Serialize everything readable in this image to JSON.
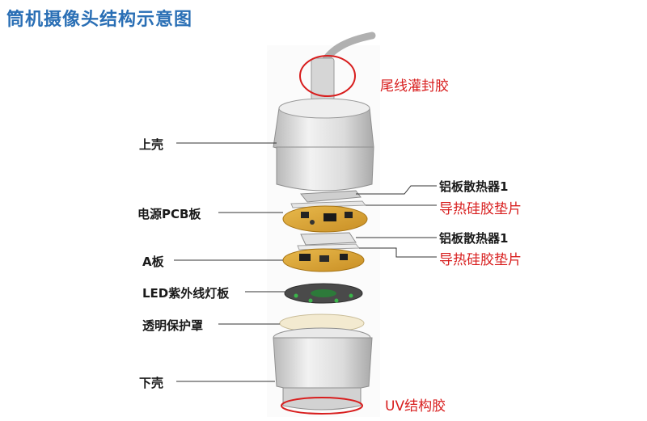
{
  "title": "筒机摄像头结构示意图",
  "left_labels": {
    "upper_shell": "上壳",
    "power_pcb": "电源PCB板",
    "a_board": "A板",
    "led_board": "LED紫外线灯板",
    "cover": "透明保护罩",
    "lower_shell": "下壳"
  },
  "right_labels": {
    "heatsink_1": "铝板散热器1",
    "thermal_pad_1": "导热硅胶垫片",
    "heatsink_2": "铝板散热器1",
    "thermal_pad_2": "导热硅胶垫片"
  },
  "red_labels": {
    "tail_potting": "尾线灌封胶",
    "uv_glue": "UV结构胶"
  },
  "colors": {
    "title": "#2a6fb5",
    "annotation_red": "#d81e1e",
    "pcb_yellow": "#d9a43a",
    "shell_gray": "#d8d8d8"
  }
}
